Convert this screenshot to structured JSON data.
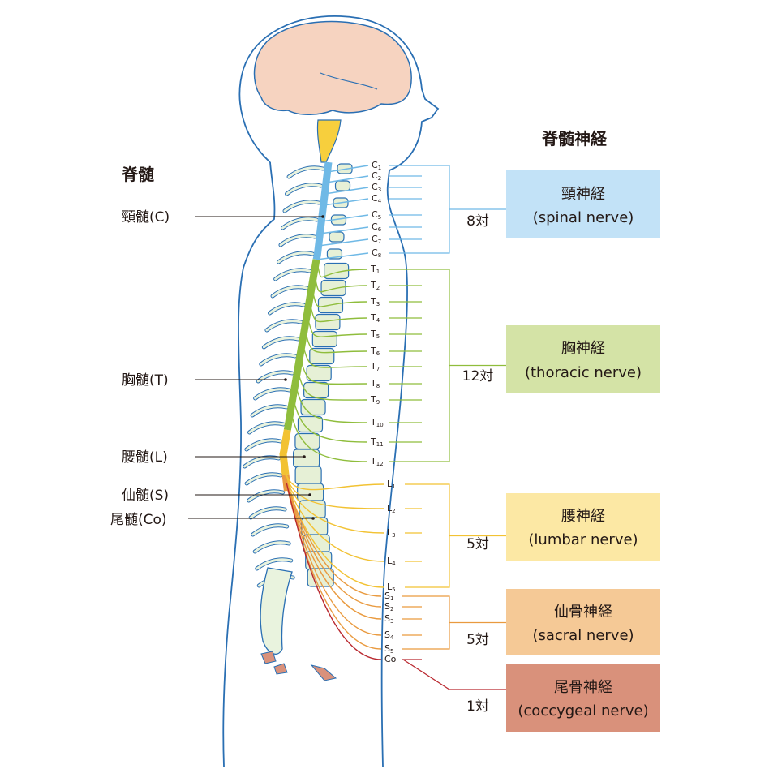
{
  "titles": {
    "spinal_cord": "脊髄",
    "spinal_nerves": "脊髄神経"
  },
  "regions": [
    {
      "label": "頸髄(C)"
    },
    {
      "label": "胸髄(T)"
    },
    {
      "label": "腰髄(L)"
    },
    {
      "label": "仙髄(S)"
    },
    {
      "label": "尾髄(Co)"
    }
  ],
  "nerve_groups": [
    {
      "pair_count": "8対",
      "name_ja": "頸神経",
      "name_en": "(spinal nerve)",
      "color": "#c2e2f7",
      "line_color": "#6fb9e6"
    },
    {
      "pair_count": "12対",
      "name_ja": "胸神経",
      "name_en": "(thoracic nerve)",
      "color": "#d4e3a6",
      "line_color": "#8fbd3c"
    },
    {
      "pair_count": "5対",
      "name_ja": "腰神経",
      "name_en": "(lumbar nerve)",
      "color": "#fce8a4",
      "line_color": "#f2c233"
    },
    {
      "pair_count": "5対",
      "name_ja": "仙骨神経",
      "name_en": "(sacral nerve)",
      "color": "#f5c996",
      "line_color": "#e99a3f"
    },
    {
      "pair_count": "1対",
      "name_ja": "尾骨神経",
      "name_en": "(coccygeal nerve)",
      "color": "#d9917b",
      "line_color": "#b9282f"
    }
  ],
  "segments": {
    "cervical": [
      {
        "l": "C",
        "n": "1"
      },
      {
        "l": "C",
        "n": "2"
      },
      {
        "l": "C",
        "n": "3"
      },
      {
        "l": "C",
        "n": "4"
      },
      {
        "l": "C",
        "n": "5"
      },
      {
        "l": "C",
        "n": "6"
      },
      {
        "l": "C",
        "n": "7"
      },
      {
        "l": "C",
        "n": "8"
      }
    ],
    "thoracic": [
      {
        "l": "T",
        "n": "1"
      },
      {
        "l": "T",
        "n": "2"
      },
      {
        "l": "T",
        "n": "3"
      },
      {
        "l": "T",
        "n": "4"
      },
      {
        "l": "T",
        "n": "5"
      },
      {
        "l": "T",
        "n": "6"
      },
      {
        "l": "T",
        "n": "7"
      },
      {
        "l": "T",
        "n": "8"
      },
      {
        "l": "T",
        "n": "9"
      },
      {
        "l": "T",
        "n": "10"
      },
      {
        "l": "T",
        "n": "11"
      },
      {
        "l": "T",
        "n": "12"
      }
    ],
    "lumbar": [
      {
        "l": "L",
        "n": "1"
      },
      {
        "l": "L",
        "n": "2"
      },
      {
        "l": "L",
        "n": "3"
      },
      {
        "l": "L",
        "n": "4"
      },
      {
        "l": "L",
        "n": "5"
      }
    ],
    "sacral": [
      {
        "l": "S",
        "n": "1"
      },
      {
        "l": "S",
        "n": "2"
      },
      {
        "l": "S",
        "n": "3"
      },
      {
        "l": "S",
        "n": "4"
      },
      {
        "l": "S",
        "n": "5"
      }
    ],
    "coccygeal": [
      {
        "l": "Co",
        "n": ""
      }
    ]
  },
  "colors": {
    "body_outline": "#2a6fb3",
    "brain_fill": "#f6d3c0",
    "brainstem_fill": "#f7cf3d",
    "vertebra_fill": "#e6f0d6",
    "bone_fill": "#e9f3de",
    "leader_line": "#231815"
  }
}
